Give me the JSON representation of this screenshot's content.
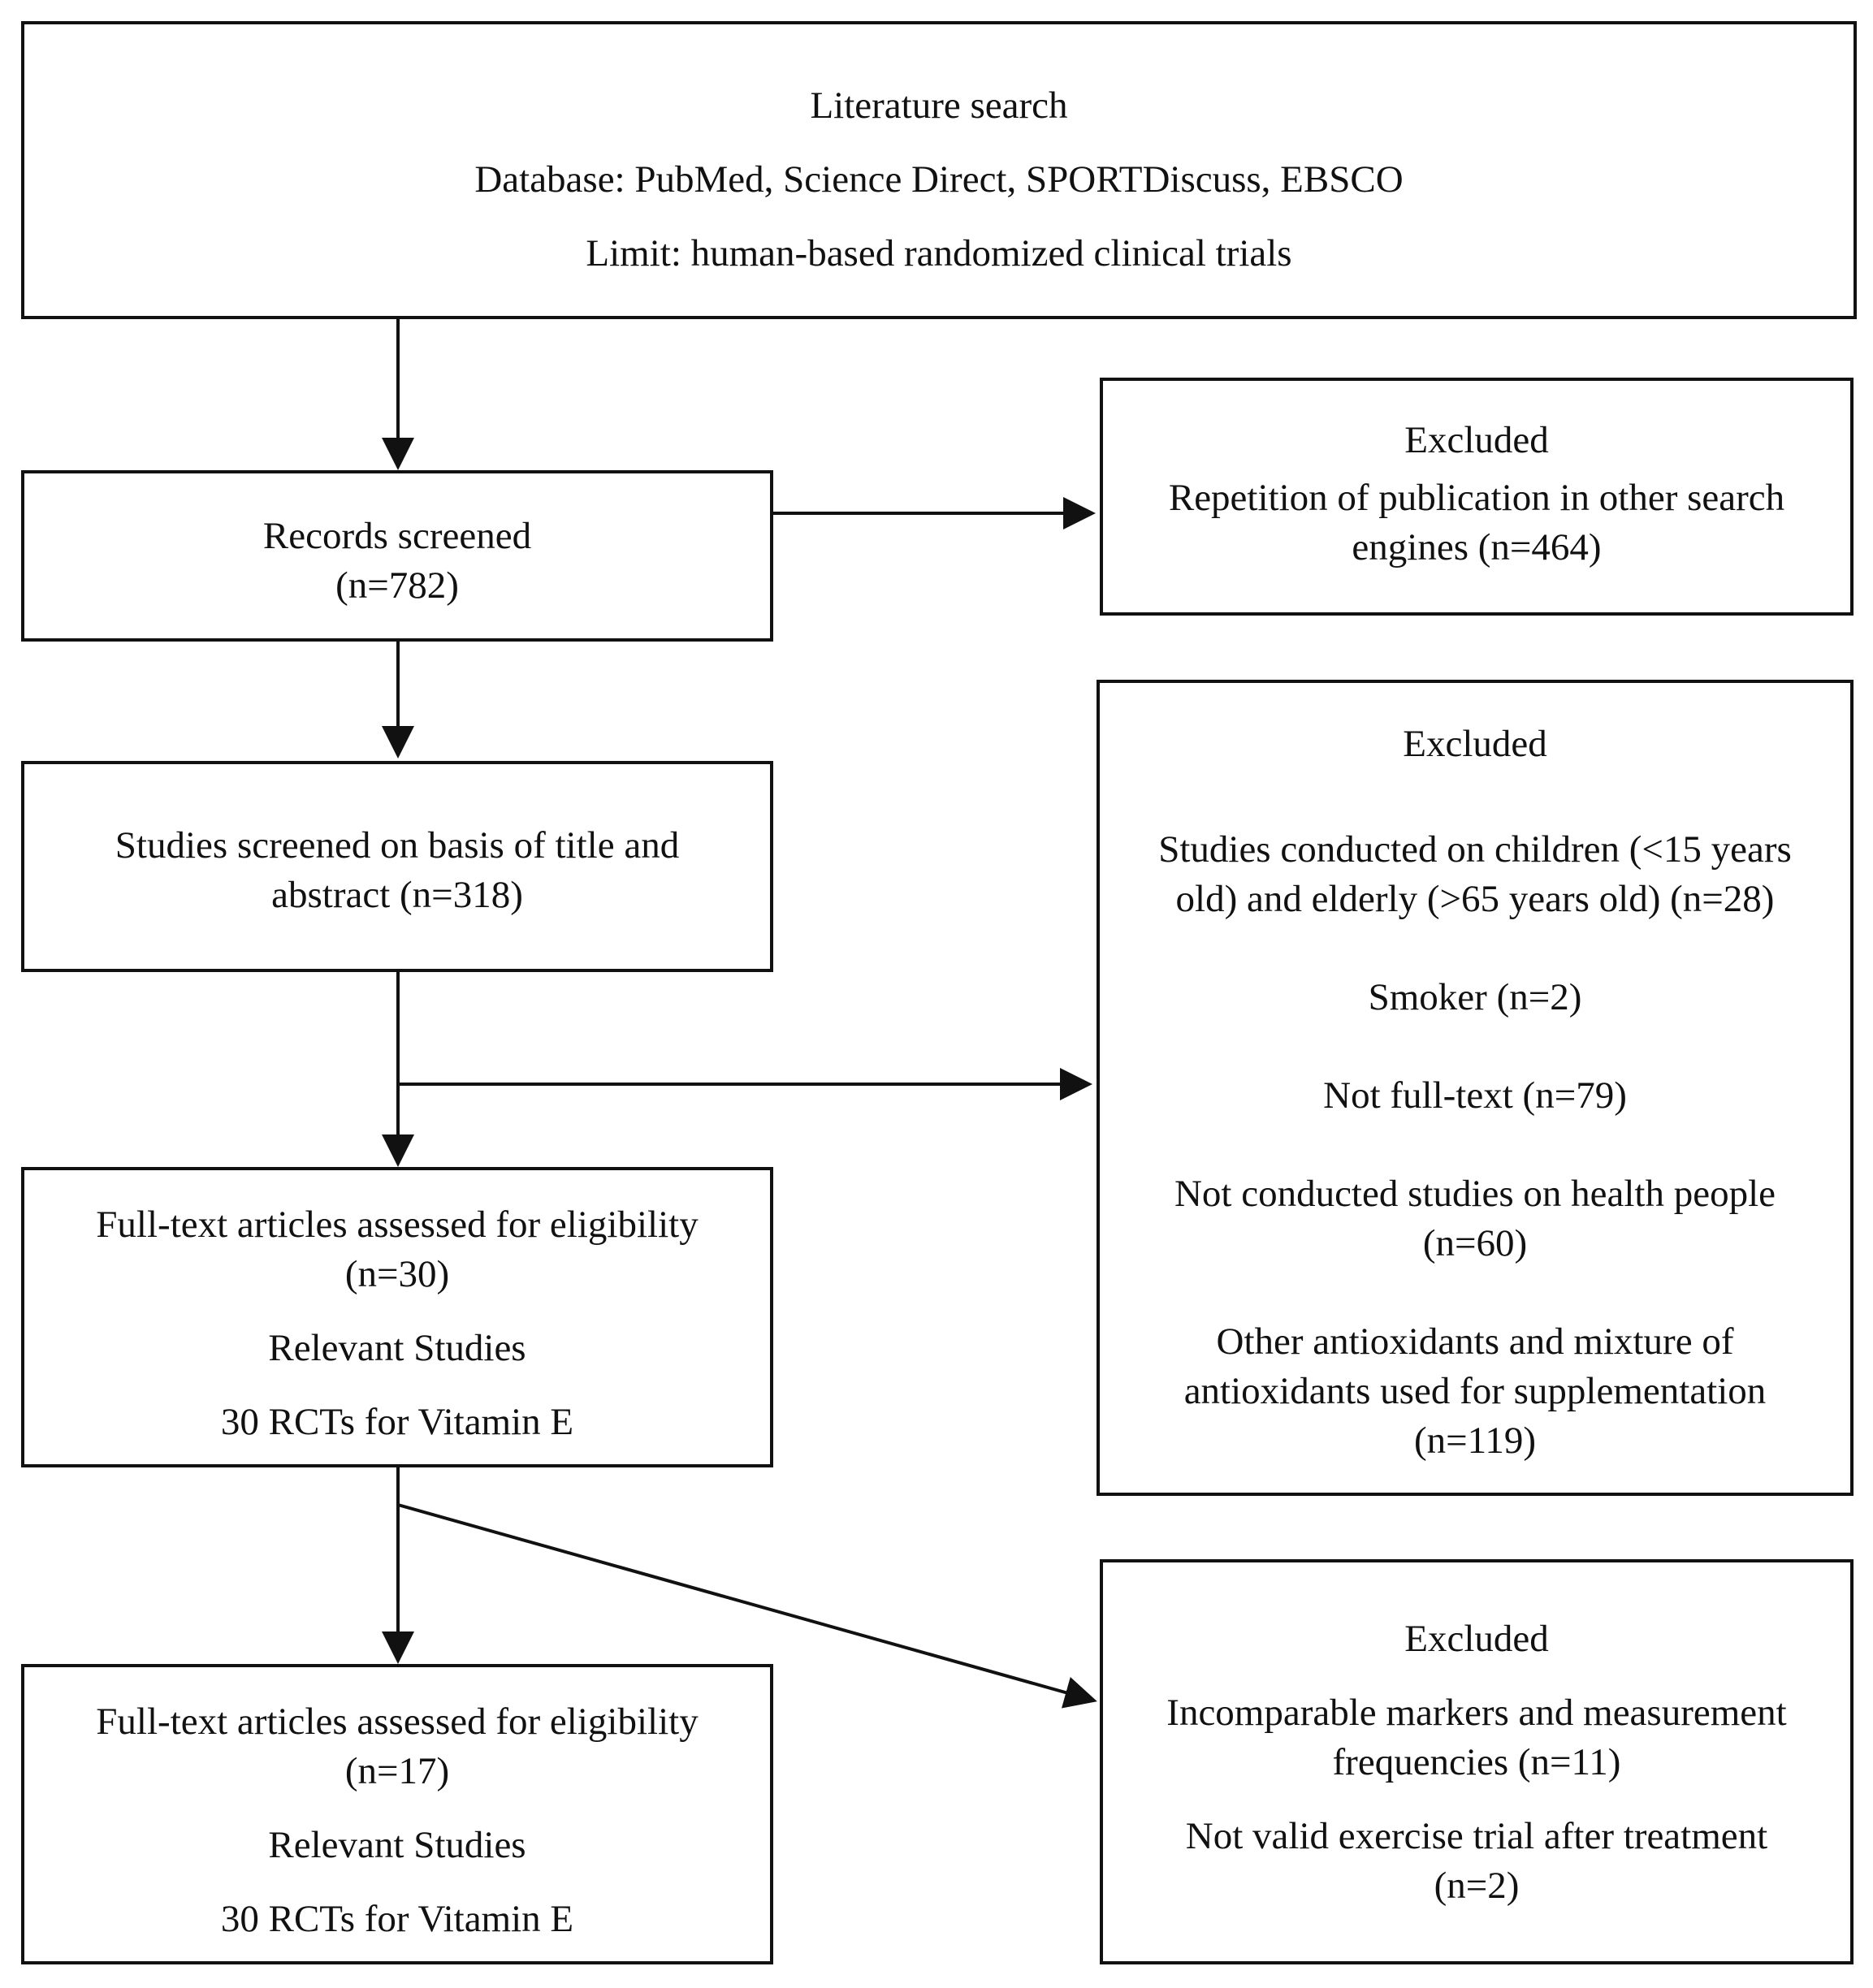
{
  "literature_search": {
    "title": "Literature search",
    "database": "Database: PubMed, Science Direct, SPORTDiscuss, EBSCO",
    "limit": "Limit: human-based randomized clinical trials"
  },
  "records_screened": {
    "line1": "Records screened",
    "line2": "(n=782)"
  },
  "excluded_1": {
    "title": "Excluded",
    "line1": "Repetition of publication in other search",
    "line2": "engines (n=464)"
  },
  "studies_screened": {
    "line1": "Studies screened on basis of title and",
    "line2": "abstract (n=318)"
  },
  "excluded_2": {
    "title": "Excluded",
    "children_line1": "Studies conducted on children (<15 years",
    "children_line2": "old) and elderly (>65 years old) (n=28)",
    "smoker": "Smoker (n=2)",
    "not_full_text": "Not full-text (n=79)",
    "health_line1": "Not conducted studies on health people",
    "health_line2": "(n=60)",
    "antioxidants_line1": "Other antioxidants and mixture of",
    "antioxidants_line2": "antioxidants used for supplementation",
    "antioxidants_line3": "(n=119)"
  },
  "fulltext_1": {
    "line1": "Full-text articles assessed for eligibility",
    "line2": "(n=30)",
    "relevant": "Relevant Studies",
    "rcts": "30 RCTs for Vitamin E"
  },
  "excluded_3": {
    "title": "Excluded",
    "markers_line1": "Incomparable markers and measurement",
    "markers_line2": "frequencies (n=11)",
    "trial_line1": "Not valid exercise trial after treatment",
    "trial_line2": "(n=2)"
  },
  "fulltext_2": {
    "line1": "Full-text articles assessed for eligibility",
    "line2": "(n=17)",
    "relevant": "Relevant Studies",
    "rcts": "30 RCTs for Vitamin E"
  }
}
